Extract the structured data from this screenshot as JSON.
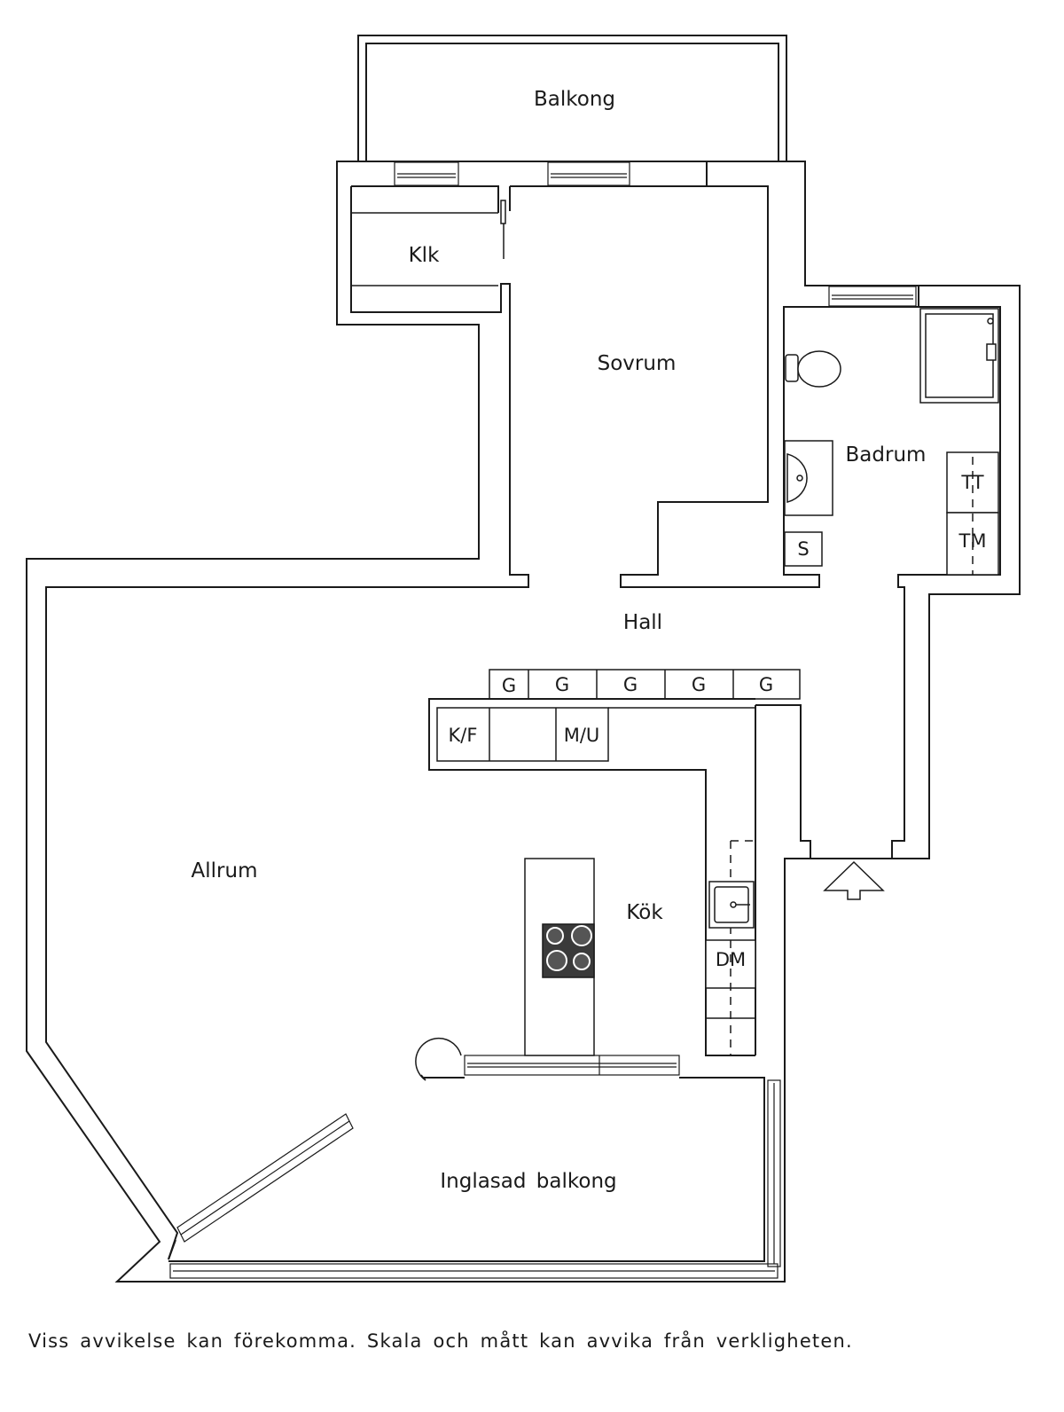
{
  "rooms": {
    "balkong": "Balkong",
    "klk": "Klk",
    "sovrum": "Sovrum",
    "badrum": "Badrum",
    "hall": "Hall",
    "allrum": "Allrum",
    "kok": "Kök",
    "inglasad_balkong": "Inglasad balkong"
  },
  "fixtures": {
    "tt": "TT",
    "tm": "TM",
    "s": "S",
    "g1": "G",
    "g2": "G",
    "g3": "G",
    "g4": "G",
    "g5": "G",
    "kf": "K/F",
    "mu": "M/U",
    "dm": "DM"
  },
  "icons": [
    "toilet-icon",
    "washbasin-icon",
    "shower-icon",
    "sink-icon",
    "stove-icon",
    "entrance-arrow-icon"
  ],
  "caption": "Viss avvikelse kan förekomma. Skala och mått kan avvika från verkligheten."
}
